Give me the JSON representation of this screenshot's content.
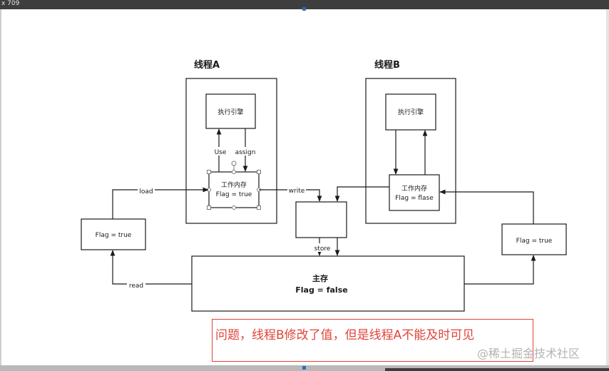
{
  "window": {
    "size_label": "x 709"
  },
  "diagram": {
    "thread_a": {
      "title": "线程A",
      "engine": "执行引擎",
      "work_mem_line1": "工作内存",
      "work_mem_line2": "Flag = true"
    },
    "thread_b": {
      "title": "线程B",
      "engine": "执行引擎",
      "work_mem_line1": "工作内存",
      "work_mem_line2": "Flag = flase"
    },
    "main_memory": {
      "line1": "主存",
      "line2": "Flag = false"
    },
    "left_box": "Flag = true",
    "right_box": "Flag = true",
    "edges": {
      "load": "load",
      "read": "read",
      "use": "Use",
      "assign": "assign",
      "write": "write",
      "store": "store"
    }
  },
  "note": "问题，线程B修改了值，但是线程A不能及时可见",
  "watermark": "@稀土掘金技术社区",
  "colors": {
    "line": "#1a1a1a",
    "note_red": "#e0443a",
    "selection_handle": "#7a7a7a"
  }
}
